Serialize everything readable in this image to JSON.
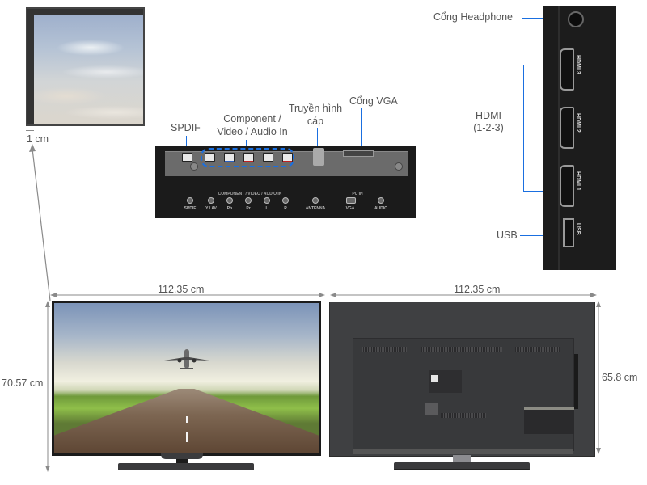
{
  "corner_detail": {
    "bezel_label": "1 cm"
  },
  "bottom_panel": {
    "callouts": {
      "spdif": "SPDIF",
      "component_line1": "Component /",
      "component_line2": "Video / Audio In",
      "cable_line1": "Truyền hình",
      "cable_line2": "cáp",
      "vga": "Cổng VGA"
    },
    "silkscreen": {
      "group_component": "COMPONENT / VIDEO / AUDIO IN",
      "group_pc": "PC IN",
      "ports": [
        "SPDIF",
        "Y / AV",
        "Pb",
        "Pr",
        "L",
        "R",
        "ANTENNA",
        "VGA",
        "AUDIO"
      ]
    }
  },
  "side_panel": {
    "callouts": {
      "headphone": "Cổng Headphone",
      "hdmi_line1": "HDMI",
      "hdmi_line2": "(1-2-3)",
      "usb": "USB"
    },
    "port_labels": [
      "HDMI 3",
      "HDMI 2",
      "HDMI 1",
      "USB"
    ]
  },
  "front_view": {
    "width": "112.35 cm",
    "height": "70.57 cm"
  },
  "back_view": {
    "width": "112.35 cm",
    "height": "65.8 cm"
  },
  "colors": {
    "callout_line": "#1a6fe0",
    "dimension_line": "#8a8a8a",
    "text": "#555555"
  }
}
